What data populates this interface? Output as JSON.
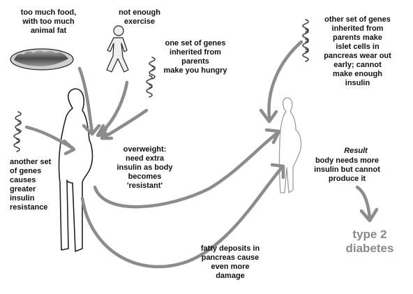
{
  "labels": {
    "too_much_food": "too much food,\nwith too much\nanimal fat",
    "not_enough_exercise": "not enough\nexercise",
    "genes_hungry": "one set of genes\ninherited from\nparents\nmake you  hungry",
    "genes_islet": "other set of genes\ninherited from\nparents make\nislet cells in\npancreas wear out\nearly; cannot\nmake enough\ninsulin",
    "genes_resistance": "another set\nof genes\ncauses\ngreater\ninsulin\nresistance",
    "overweight": "overweight:\nneed extra\ninsulin as body\nbecomes\n'resistant'",
    "result_title": "Result",
    "result_body": "body needs more\ninsulin but cannot\nproduce it",
    "fatty_deposits": "fatty deposits in\npancreas cause\neven more\ndamage",
    "outcome": "type 2\ndiabetes"
  },
  "colors": {
    "arrow": "#8c8c8c",
    "outline": "#222222",
    "outcome_text": "#8a8a8a"
  },
  "icons": [
    "food-plate-icon",
    "walking-person-icon",
    "dna-strand-icon",
    "person-silhouette-icon"
  ]
}
